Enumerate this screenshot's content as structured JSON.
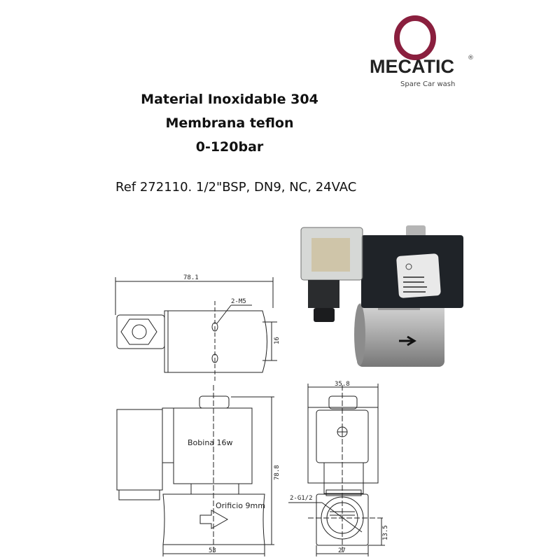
{
  "logo": {
    "brand": "MECATIC",
    "registered": "®",
    "tagline": "Spare Car wash",
    "color": "#8a1f3e"
  },
  "specs": [
    "Material Inoxidable 304",
    "Membrana teflon",
    "0-120bar"
  ],
  "reference": "Ref 272110. 1/2\"BSP, DN9, NC, 24VAC",
  "drawing": {
    "top_view": {
      "width_dim": "78.1",
      "holes_label": "2-M5",
      "hole_spacing": "16"
    },
    "side_view": {
      "coil_label": "Bobina 16w",
      "orifice_label": "Orificio 9mm",
      "height_dim": "78.8",
      "base_dim": "53"
    },
    "end_view": {
      "width_dim": "35.8",
      "port_label": "2-G1/2",
      "port_height": "13.5",
      "base_dim": "27"
    }
  }
}
